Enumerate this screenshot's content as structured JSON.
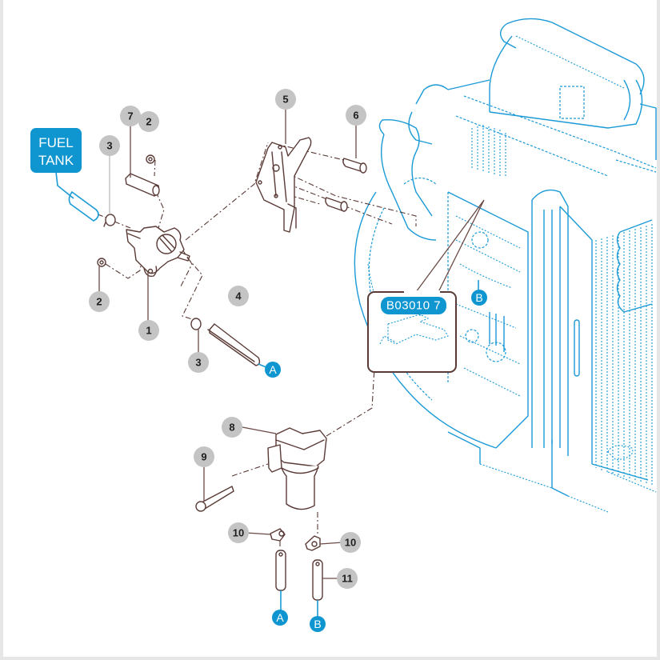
{
  "diagram": {
    "type": "exploded parts diagram",
    "subject": "Engine fuel supply system",
    "colors": {
      "parts_line": "#5a3a36",
      "engine_line": "#1a9ad6",
      "accent_blue": "#0f96d0",
      "callout_gray": "#c4c4c4"
    },
    "fuel_tank_label": {
      "line1": "FUEL",
      "line2": "TANK"
    },
    "detail_reference": {
      "label": "B03010  7"
    },
    "connectors": [
      {
        "id": "A",
        "location": "fuel-hose-end-upper"
      },
      {
        "id": "B",
        "location": "engine-fuel-inlet"
      },
      {
        "id": "A",
        "location": "filter-hose-lower"
      },
      {
        "id": "B",
        "location": "filter-hose-lower-return"
      }
    ],
    "callouts": [
      {
        "number": "1",
        "part": "fuel-pump"
      },
      {
        "number": "2",
        "part": "nut-upper"
      },
      {
        "number": "2",
        "part": "nut-lower"
      },
      {
        "number": "3",
        "part": "hose-clamp-upper"
      },
      {
        "number": "3",
        "part": "hose-clamp-lower"
      },
      {
        "number": "4",
        "part": "fuel-hose"
      },
      {
        "number": "5",
        "part": "pump-bracket"
      },
      {
        "number": "6",
        "part": "bracket-bolt"
      },
      {
        "number": "7",
        "part": "stud-bolt"
      },
      {
        "number": "8",
        "part": "fuel-filter"
      },
      {
        "number": "9",
        "part": "filter-bolt"
      },
      {
        "number": "10",
        "part": "hose-clip-left"
      },
      {
        "number": "10",
        "part": "hose-clip-right"
      },
      {
        "number": "11",
        "part": "fuel-hose-lower"
      }
    ]
  }
}
